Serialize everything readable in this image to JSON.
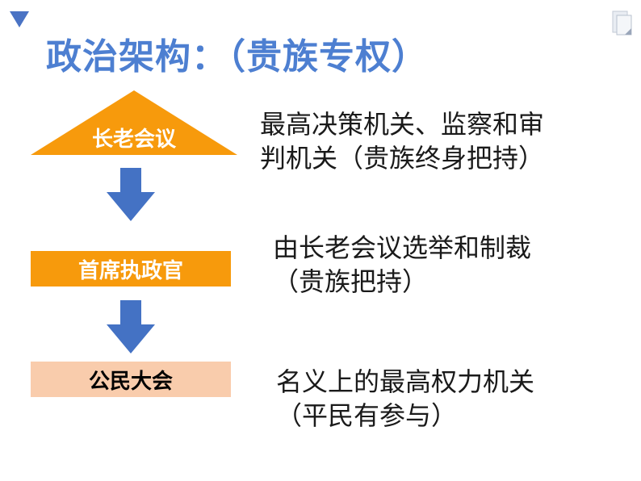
{
  "slide": {
    "title": "政治架构：（贵族专权）",
    "accent_color": "#4d7fd1",
    "levels": [
      {
        "label": "长老会议",
        "shape": "triangle",
        "color": "#f79a0c",
        "desc_line1": "最高决策机关、监察和审",
        "desc_line2": "判机关（贵族终身把持）"
      },
      {
        "label": "首席执政官",
        "shape": "rectangle",
        "color": "#f79a0c",
        "desc_line1": "由长老会议选举和制裁",
        "desc_line2": "（贵族把持）"
      },
      {
        "label": "公民大会",
        "shape": "rectangle",
        "color": "#f9ccac",
        "desc_line1": "名义上的最高权力机关",
        "desc_line2": "（平民有参与）"
      }
    ],
    "arrow_color": "#4472c4",
    "icons": [
      "triangle-marker-icon",
      "page-corner-icon",
      "down-arrow-icon"
    ]
  }
}
